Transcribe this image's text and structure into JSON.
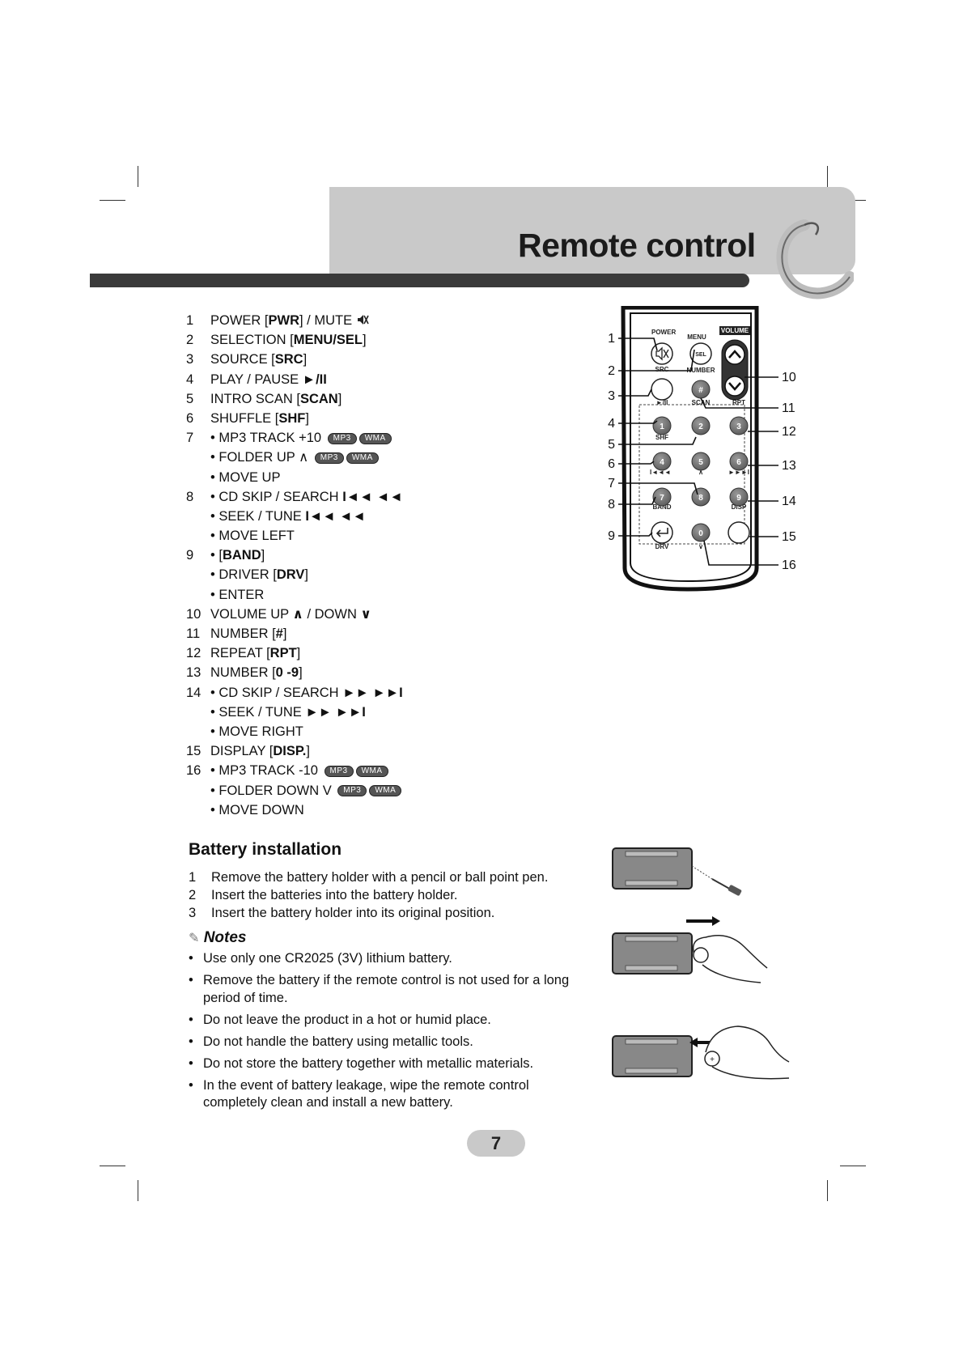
{
  "header": {
    "title": "Remote control"
  },
  "controls": [
    {
      "num": "1",
      "parts": [
        {
          "t": "POWER ["
        },
        {
          "t": "PWR",
          "b": true
        },
        {
          "t": "] / MUTE "
        }
      ],
      "icon": "mute-icon"
    },
    {
      "num": "2",
      "parts": [
        {
          "t": "SELECTION ["
        },
        {
          "t": "MENU/SEL",
          "b": true
        },
        {
          "t": "]"
        }
      ]
    },
    {
      "num": "3",
      "parts": [
        {
          "t": "SOURCE ["
        },
        {
          "t": "SRC",
          "b": true
        },
        {
          "t": "]"
        }
      ]
    },
    {
      "num": "4",
      "parts": [
        {
          "t": "PLAY / PAUSE "
        },
        {
          "t": "►/II",
          "b": true
        }
      ]
    },
    {
      "num": "5",
      "parts": [
        {
          "t": "INTRO SCAN ["
        },
        {
          "t": "SCAN",
          "b": true
        },
        {
          "t": "]"
        }
      ]
    },
    {
      "num": "6",
      "parts": [
        {
          "t": "SHUFFLE  ["
        },
        {
          "t": "SHF",
          "b": true
        },
        {
          "t": "]"
        }
      ]
    },
    {
      "num": "7",
      "parts": [
        {
          "t": "• MP3 TRACK +10 "
        }
      ],
      "badges": [
        "MP3",
        "WMA"
      ]
    },
    {
      "num": "",
      "parts": [
        {
          "t": "• FOLDER UP ∧ "
        }
      ],
      "badges": [
        "MP3",
        "WMA"
      ]
    },
    {
      "num": "",
      "parts": [
        {
          "t": "• MOVE UP"
        }
      ]
    },
    {
      "num": "8",
      "parts": [
        {
          "t": "• CD SKIP / SEARCH "
        },
        {
          "t": "I◄◄ ◄◄",
          "b": true
        }
      ]
    },
    {
      "num": "",
      "parts": [
        {
          "t": "• SEEK / TUNE "
        },
        {
          "t": "I◄◄ ◄◄",
          "b": true
        }
      ]
    },
    {
      "num": "",
      "parts": [
        {
          "t": "• MOVE LEFT"
        }
      ]
    },
    {
      "num": "9",
      "parts": [
        {
          "t": "• ["
        },
        {
          "t": "BAND",
          "b": true
        },
        {
          "t": "]"
        }
      ]
    },
    {
      "num": "",
      "parts": [
        {
          "t": "• DRIVER ["
        },
        {
          "t": "DRV",
          "b": true
        },
        {
          "t": "]"
        }
      ]
    },
    {
      "num": "",
      "parts": [
        {
          "t": "• ENTER"
        }
      ]
    },
    {
      "num": "10",
      "parts": [
        {
          "t": "VOLUME UP "
        },
        {
          "t": "∧",
          "b": true
        },
        {
          "t": " / DOWN "
        },
        {
          "t": "∨",
          "b": true
        }
      ]
    },
    {
      "num": "11",
      "parts": [
        {
          "t": "NUMBER ["
        },
        {
          "t": "#",
          "b": true
        },
        {
          "t": "]"
        }
      ]
    },
    {
      "num": "12",
      "parts": [
        {
          "t": "REPEAT ["
        },
        {
          "t": "RPT",
          "b": true
        },
        {
          "t": "]"
        }
      ]
    },
    {
      "num": "13",
      "parts": [
        {
          "t": "NUMBER ["
        },
        {
          "t": "0 -9",
          "b": true
        },
        {
          "t": "]"
        }
      ]
    },
    {
      "num": "14",
      "parts": [
        {
          "t": "• CD SKIP / SEARCH "
        },
        {
          "t": "►► ►►I",
          "b": true
        }
      ]
    },
    {
      "num": "",
      "parts": [
        {
          "t": "• SEEK / TUNE "
        },
        {
          "t": "►► ►►I",
          "b": true
        }
      ]
    },
    {
      "num": "",
      "parts": [
        {
          "t": "• MOVE RIGHT"
        }
      ]
    },
    {
      "num": "15",
      "parts": [
        {
          "t": "DISPLAY ["
        },
        {
          "t": "DISP.",
          "b": true
        },
        {
          "t": "]"
        }
      ]
    },
    {
      "num": "16",
      "parts": [
        {
          "t": "• MP3 TRACK -10 "
        }
      ],
      "badges": [
        "MP3",
        "WMA"
      ]
    },
    {
      "num": "",
      "parts": [
        {
          "t": "• FOLDER DOWN V "
        }
      ],
      "badges": [
        "MP3",
        "WMA"
      ]
    },
    {
      "num": "",
      "parts": [
        {
          "t": "• MOVE DOWN"
        }
      ]
    }
  ],
  "remote": {
    "labels": {
      "power": "POWER",
      "menu": "MENU",
      "volume": "VOLUME",
      "sel": "SEL",
      "src": "SRC",
      "number": "NUMBER",
      "hash": "#",
      "play": "►/II",
      "scan": "SCAN",
      "rpt": "RPT",
      "shf": "SHF",
      "prev": "I◄◄◄",
      "up": "∧",
      "next": "►►►I",
      "band": "BAND",
      "disp": "DISP",
      "drv": "DRV",
      "down": "∨"
    },
    "digits": [
      "1",
      "2",
      "3",
      "4",
      "5",
      "6",
      "7",
      "8",
      "9",
      "0"
    ],
    "callouts_left": [
      "1",
      "2",
      "3",
      "4",
      "5",
      "6",
      "7",
      "8",
      "9"
    ],
    "callouts_right": [
      "10",
      "11",
      "12",
      "13",
      "14",
      "15",
      "16"
    ]
  },
  "battery": {
    "title": "Battery installation",
    "steps": [
      {
        "num": "1",
        "text": "Remove the battery holder with a pencil or ball point pen."
      },
      {
        "num": "2",
        "text": "Insert the batteries into the battery holder."
      },
      {
        "num": "3",
        "text": "Insert the battery holder into its original position."
      }
    ],
    "notes_title": "Notes",
    "notes": [
      "Use only one CR2025 (3V) lithium battery.",
      "Remove the battery if the remote control is not used for a long period of time.",
      "Do not leave the product in a hot or humid place.",
      "Do not handle the battery using metallic tools.",
      "Do not store the battery together with metallic materials.",
      "In the event of battery leakage, wipe the remote control completely clean and install a new battery."
    ],
    "coin_mark": "+"
  },
  "page_number": "7"
}
